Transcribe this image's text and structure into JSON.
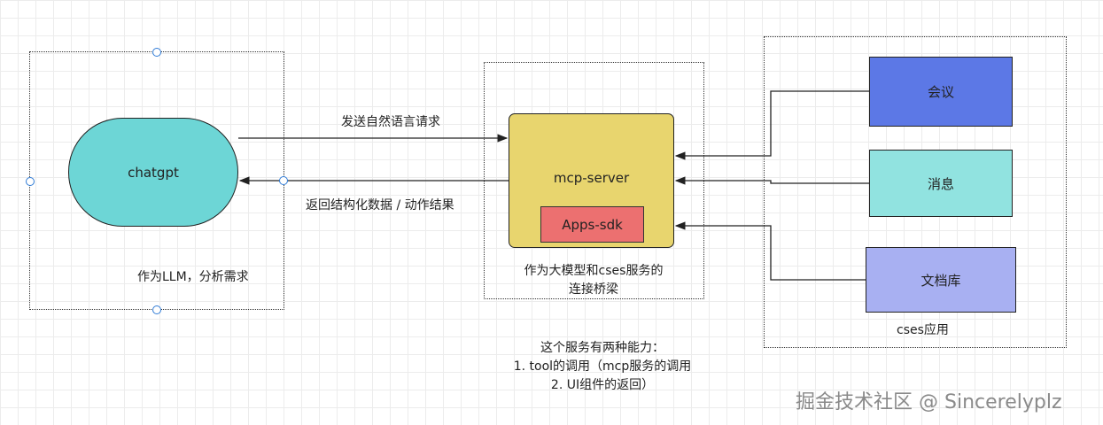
{
  "chatgpt": {
    "name": "chatgpt",
    "caption": "作为LLM，分析需求",
    "fill": "#6dd6d6"
  },
  "server": {
    "name": "mcp-server",
    "sdk": "Apps-sdk",
    "caption_lines": [
      "作为大模型和cses服务的",
      "连接桥梁"
    ],
    "fill": "#e8d56e",
    "sdk_fill": "#ec7070"
  },
  "arrows": {
    "request": "发送自然语言请求",
    "response": "返回结构化数据 / 动作结果"
  },
  "cses": {
    "caption": "cses应用",
    "items": [
      {
        "label": "会议",
        "fill": "#5c78e6"
      },
      {
        "label": "消息",
        "fill": "#91e3e0"
      },
      {
        "label": "文档库",
        "fill": "#a8b0f2"
      }
    ]
  },
  "notes": {
    "lines": [
      "这个服务有两种能力：",
      "1. tool的调用（mcp服务的调用",
      "2. UI组件的返回）"
    ]
  },
  "watermark": "掘金技术社区 @ Sincerelyplz"
}
